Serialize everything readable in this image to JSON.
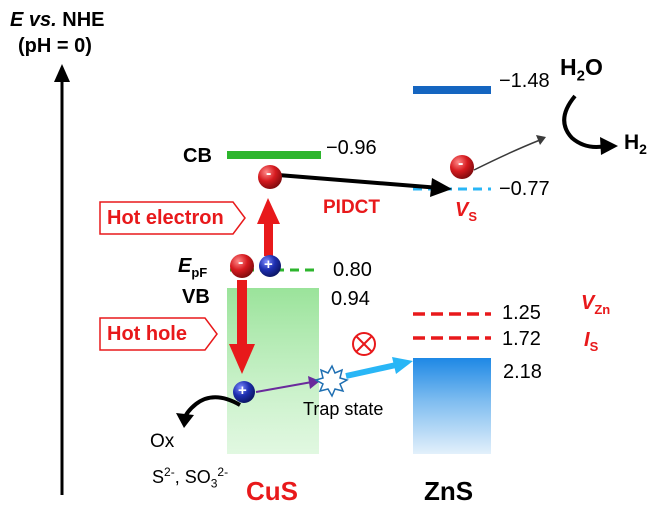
{
  "axis": {
    "title_line1": "E vs. NHE",
    "title_e": "E",
    "title_vs": " vs.",
    "title_nhe": " NHE",
    "title_line2": "(pH = 0)"
  },
  "materials": {
    "left": "CuS",
    "right": "ZnS"
  },
  "cus": {
    "cb_label": "CB",
    "vb_label": "VB",
    "epf_label_main": "E",
    "epf_label_sub": "pF",
    "cb_value": "−0.96",
    "epf_value": "0.80",
    "vb_value": "0.94"
  },
  "zns": {
    "cb_value": "−1.48",
    "vs_value": "−0.77",
    "vzn_value": "1.25",
    "is_value": "1.72",
    "vb_value": "2.18",
    "vs_label_main": "V",
    "vs_label_sub": "S",
    "vzn_label_main": "V",
    "vzn_label_sub": "Zn",
    "is_label_main": "I",
    "is_label_sub": "S"
  },
  "labels": {
    "hot_electron": "Hot electron",
    "hot_hole": "Hot hole",
    "pidct": "PIDCT",
    "trap_state": "Trap state",
    "ox": "Ox",
    "h2o": "H2O",
    "h2": "H2",
    "s2": "S",
    "s2_sup": "2-",
    "so3": ", SO",
    "so3_sub": "3",
    "so3_sup": "2-"
  },
  "charges": {
    "electron": "-",
    "hole": "+"
  },
  "colors": {
    "red": "#e8191b",
    "green_line": "#2db52d",
    "blue_dark": "#1565c0",
    "blue_light": "#29b6f6",
    "electron_red": "#c4161c",
    "hole_blue": "#1a2a9c",
    "zns_gradient_top": "#1e88e5",
    "cus_green": "#8fe08f"
  }
}
